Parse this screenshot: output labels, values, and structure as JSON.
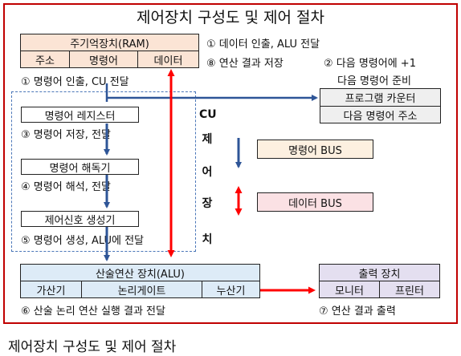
{
  "title": "제어장치 구성도 및 제어 절차",
  "caption": "제어장치 구성도 및 제어 절차",
  "ram": {
    "title": "주기억장치(RAM)",
    "cells": [
      "주소",
      "명령어",
      "데이터"
    ]
  },
  "notes": {
    "n1": "① 데이터 인출, ALU 전달",
    "n8": "⑧ 연산 결과 저장",
    "n2": "② 다음 명령어에 +1",
    "n2b": "다음 명령어 준비",
    "n1b": "① 명령어 인출, CU 전달",
    "n3": "③ 명령어 저장, 전달",
    "n4": "④ 명령어 해석, 전달",
    "n5": "⑤ 명령어 생성, ALU에 전달",
    "n6": "⑥ 산술 논리 연산 실행 결과 전달",
    "n7": "⑦ 연산 결과 출력"
  },
  "pc": {
    "title": "프로그램 카운터",
    "sub": "다음 명령어 주소"
  },
  "cu": {
    "register": "명령어 레지스터",
    "decoder": "명령어 해독기",
    "generator": "제어신호 생성기",
    "label": [
      "CU",
      "제",
      "어",
      "장",
      "치"
    ]
  },
  "legend": {
    "instr_bus": "명령어 BUS",
    "data_bus": "데이터 BUS",
    "instr_color": "#2e5597",
    "data_color": "#ff0000"
  },
  "alu": {
    "title": "산술연산 장치(ALU)",
    "cells": [
      "가산기",
      "논리게이트",
      "누산기"
    ]
  },
  "output": {
    "title": "출력 장치",
    "cells": [
      "모니터",
      "프린터"
    ]
  }
}
